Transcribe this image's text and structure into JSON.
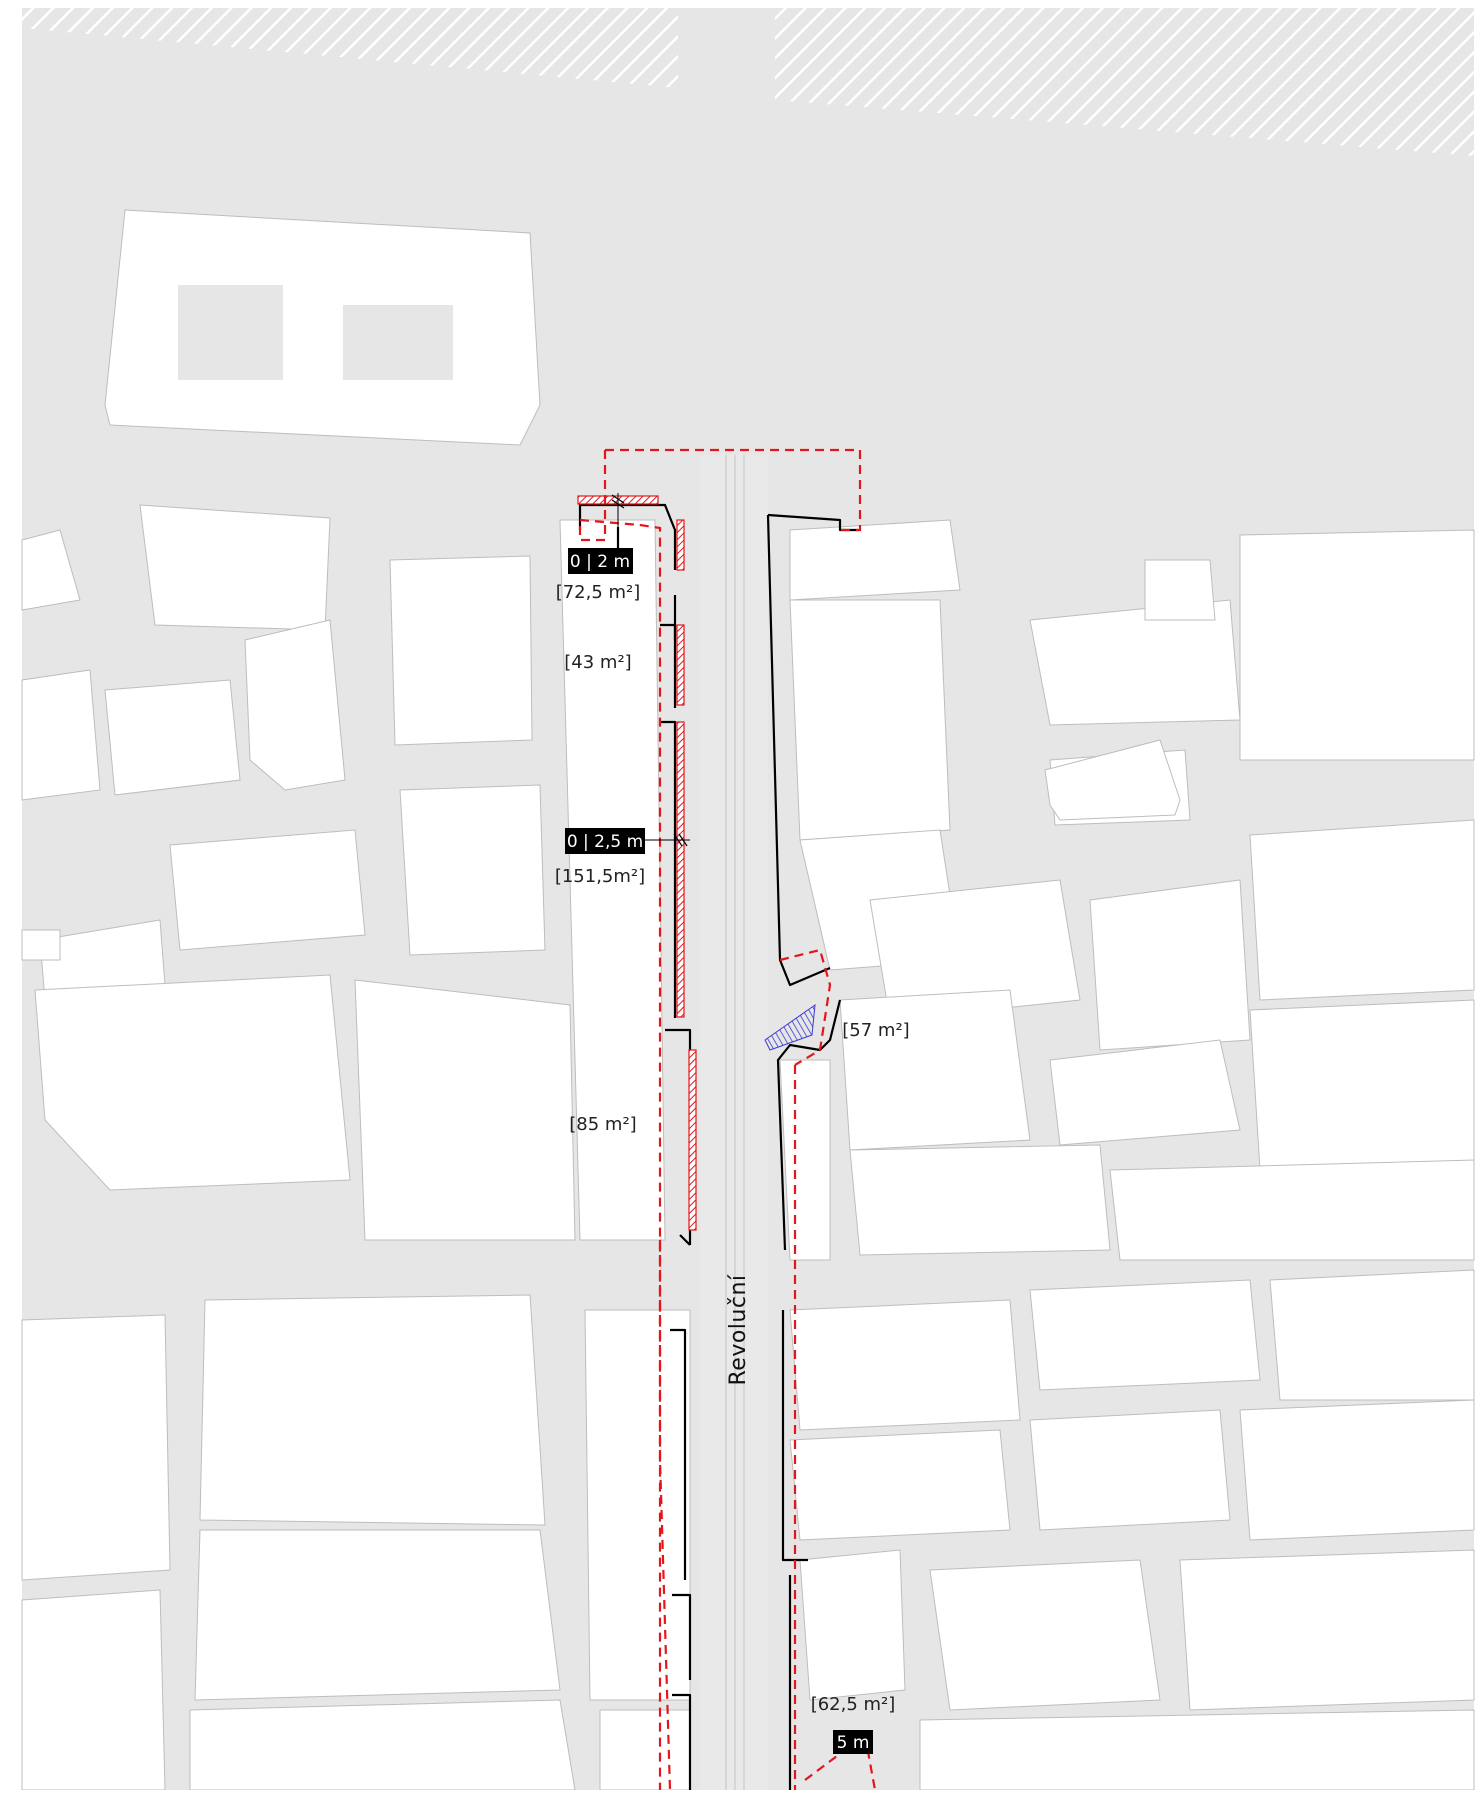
{
  "map": {
    "street_name": "Revoluční",
    "area_labels": [
      "[72,5 m²]",
      "[43 m²]",
      "[151,5m²]",
      "[57 m²]",
      "[85 m²]",
      "[62,5 m²]"
    ],
    "dimension_tags": [
      "0 | 2 m",
      "0 | 2,5 m",
      "5 m"
    ],
    "colors": {
      "background": "#ffffff",
      "ground": "#e6e6e6",
      "building": "#ffffff",
      "boundary_dashed": "#e3161b",
      "kerb": "#000000",
      "hatch_red": "#e3161b",
      "hatch_blue": "#3a3ad6",
      "hatch_grey": "#d4d4d4"
    }
  }
}
